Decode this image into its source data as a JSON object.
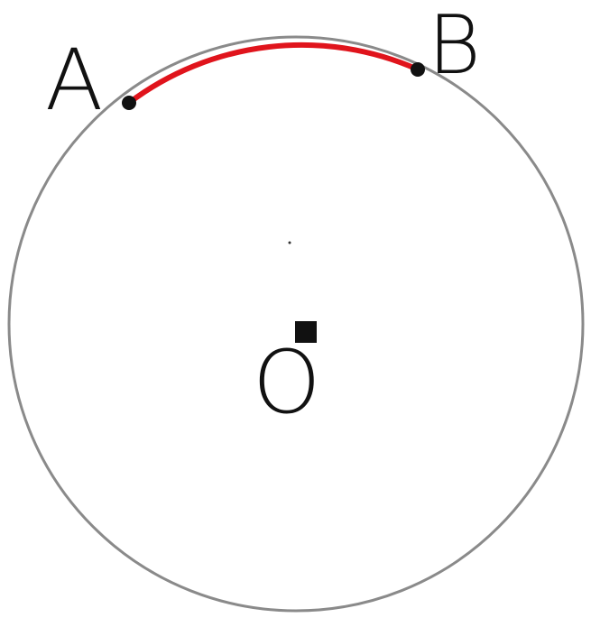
{
  "diagram": {
    "type": "circle-with-arc",
    "points": {
      "A": {
        "label": "A"
      },
      "B": {
        "label": "B"
      },
      "O": {
        "label": "O"
      }
    },
    "highlighted_arc": {
      "from": "A",
      "to": "B"
    },
    "colors": {
      "circle": "#8a8a8a",
      "arc": "#e0141c",
      "points": "#111111",
      "labels": "#111111"
    }
  }
}
